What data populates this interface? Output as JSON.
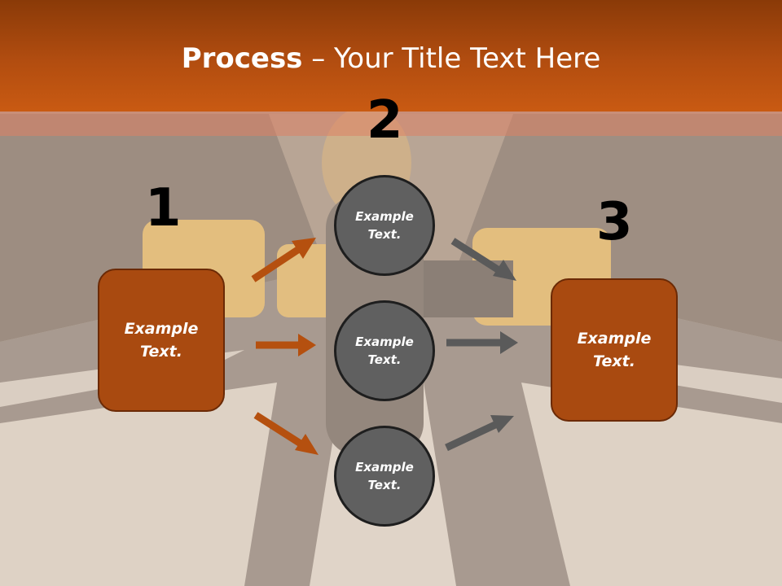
{
  "title": {
    "bold": "Process",
    "rest": " – Your Title Text Here"
  },
  "steps": [
    {
      "number": "1",
      "label": "Example\nText."
    },
    {
      "number": "2"
    },
    {
      "number": "3",
      "label": "Example\nText."
    }
  ],
  "circles": [
    {
      "label": "Example\nText."
    },
    {
      "label": "Example\nText."
    },
    {
      "label": "Example\nText."
    }
  ],
  "colors": {
    "header": "#b24d10",
    "box_fill": "#a94a10",
    "circle_fill": "#606060",
    "arrow_orange": "#b5500f",
    "arrow_gray": "#5a5a5a"
  }
}
